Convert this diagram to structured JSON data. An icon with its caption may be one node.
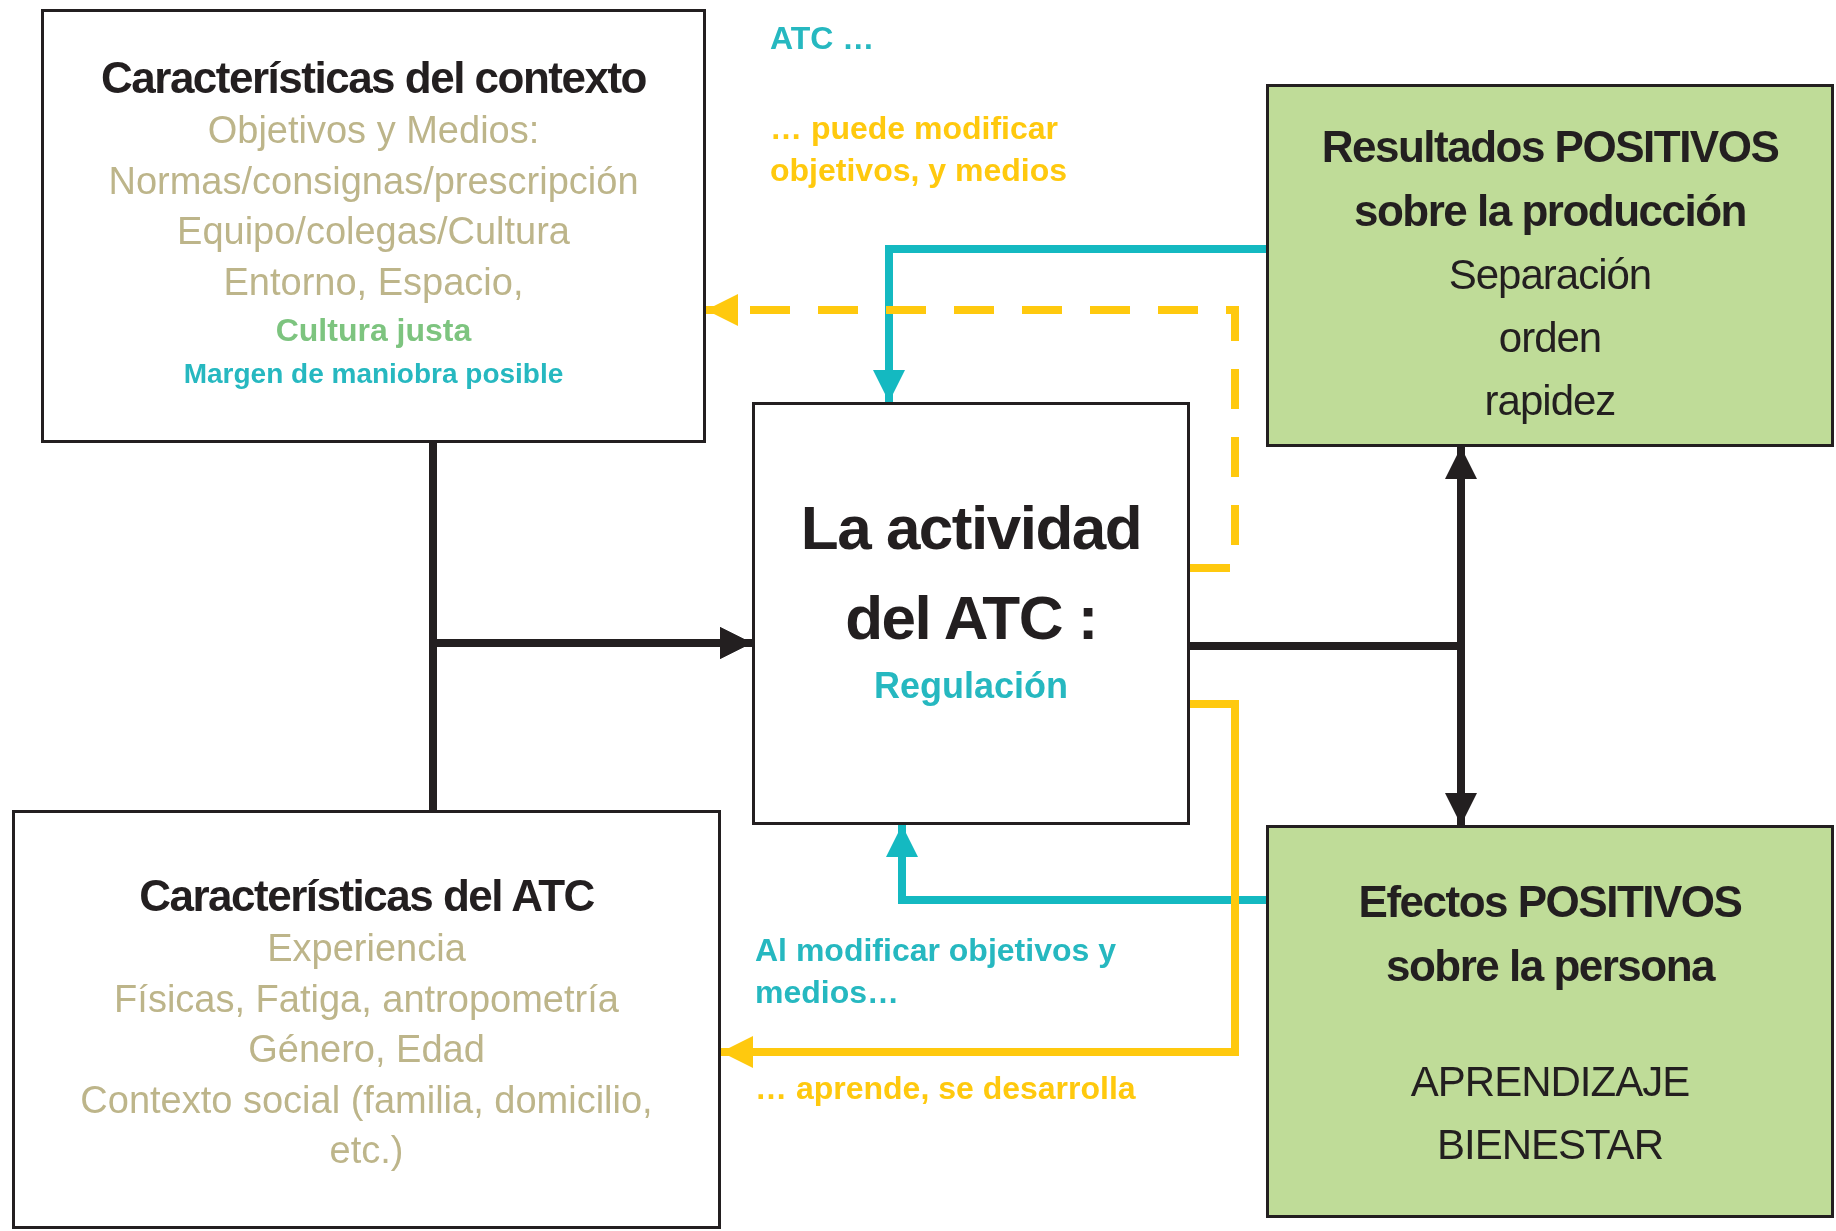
{
  "diagram": {
    "nodes": [
      {
        "text": [
          "Características del contexto",
          "Objetivos y Medios:",
          "Normas/consignas/prescripción",
          "Equipo/colegas/Cultura",
          "Entorno, Espacio,",
          "Cultura justa",
          "Margen de maniobra posible"
        ]
      },
      {
        "text": [
          "Características del ATC",
          "Experiencia",
          "Físicas, Fatiga, antropometría",
          "Género, Edad",
          "Contexto social (familia, domicilio, etc.)"
        ]
      },
      {
        "text": [
          "La actividad del ATC :",
          "Regulación"
        ]
      },
      {
        "text": [
          "Resultados POSITIVOS sobre la producción",
          "Separación",
          "orden",
          "rapidez"
        ]
      },
      {
        "text": [
          "Efectos POSITIVOS sobre la persona",
          "APRENDIZAJE",
          "BIENESTAR"
        ]
      }
    ],
    "edges": [
      {
        "from": 0,
        "to": 2,
        "arrow": "to"
      },
      {
        "from": 1,
        "to": 2,
        "arrow": "to"
      },
      {
        "from": 2,
        "to": 3,
        "arrow": "to"
      },
      {
        "from": 2,
        "to": 4,
        "arrow": "to"
      },
      {
        "from": 3,
        "to": 2,
        "arrow": "to",
        "color": "#14b9c1"
      },
      {
        "from": 4,
        "to": 2,
        "arrow": "to",
        "color": "#14b9c1"
      },
      {
        "from": 2,
        "to": 0,
        "arrow": "to",
        "style": "dashed",
        "color": "#ffc90e"
      },
      {
        "from": 2,
        "to": 1,
        "arrow": "to",
        "color": "#ffc90e"
      }
    ],
    "labels": [
      "ATC …",
      "… puede modificar objetivos, y medios",
      "Al modificar objetivos y medios…",
      "… aprende, se desarrolla"
    ]
  }
}
